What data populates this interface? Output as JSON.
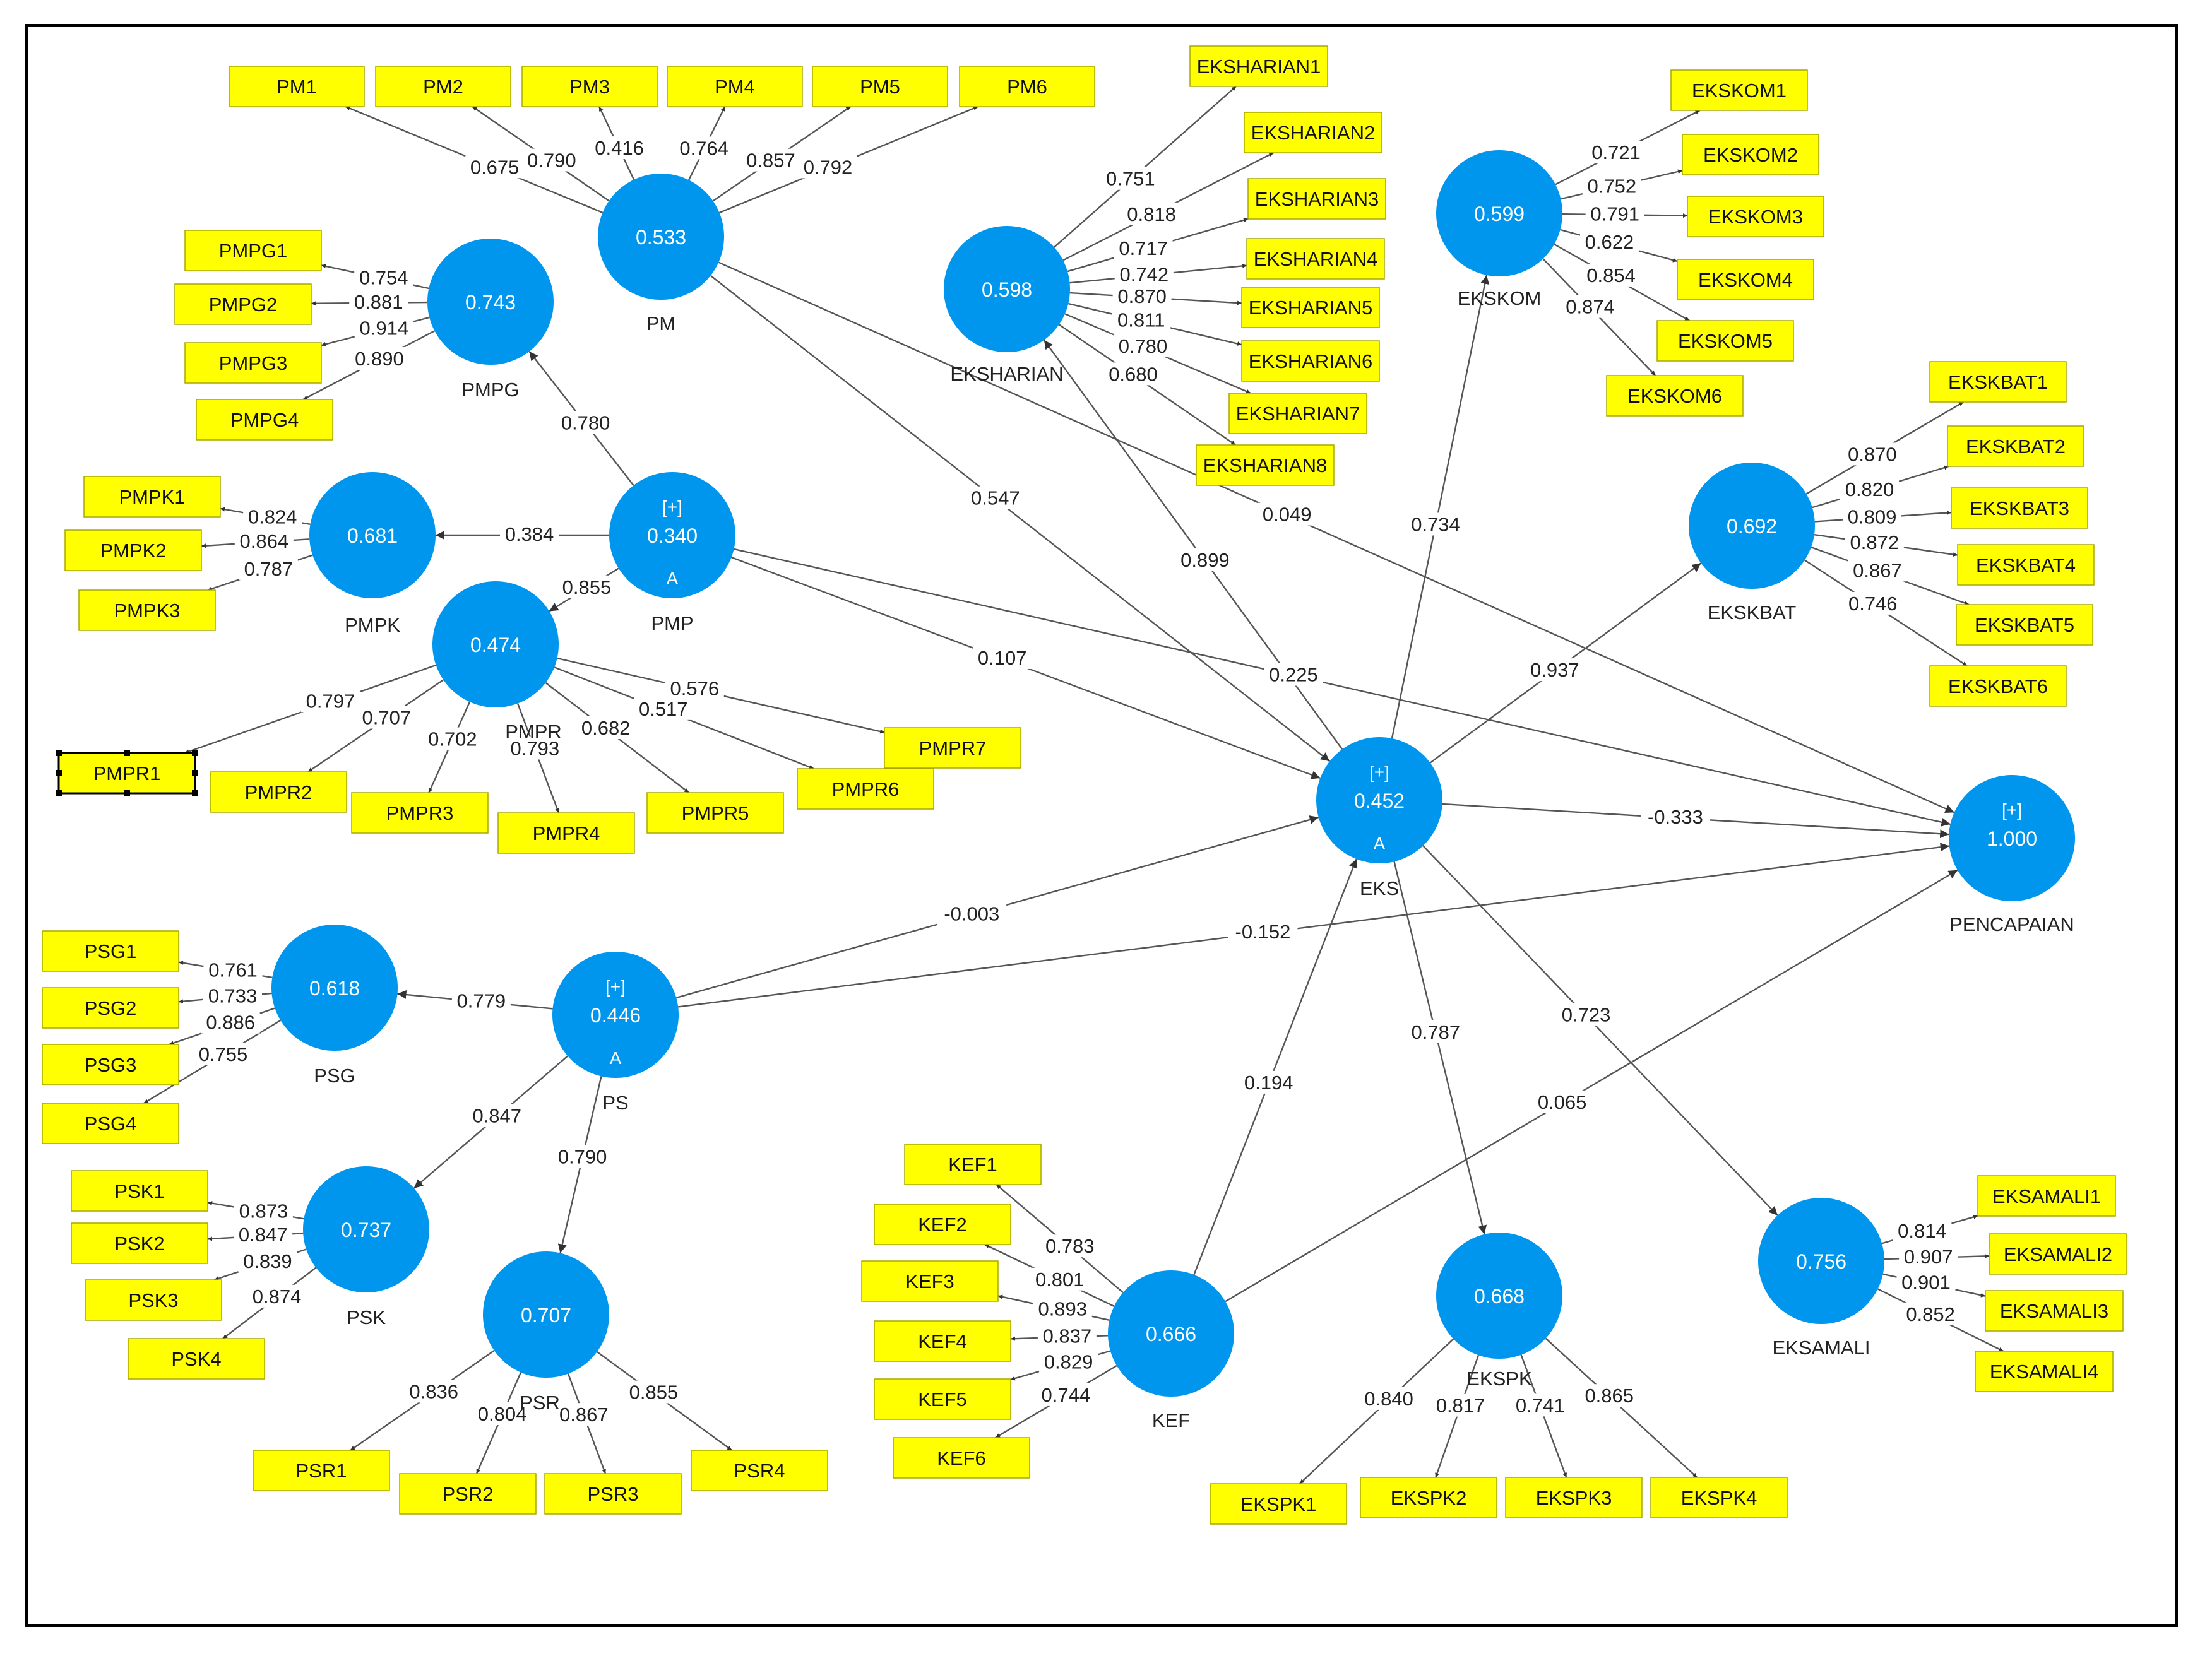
{
  "latent": [
    {
      "id": "PM",
      "value": "0.533",
      "plus": false,
      "mode": false
    },
    {
      "id": "PMPG",
      "value": "0.743",
      "plus": false,
      "mode": false
    },
    {
      "id": "PMPK",
      "value": "0.681",
      "plus": false,
      "mode": false
    },
    {
      "id": "PMP",
      "value": "0.340",
      "plus": true,
      "mode": true
    },
    {
      "id": "PMPR",
      "value": "0.474",
      "plus": false,
      "mode": false
    },
    {
      "id": "EKSHARIAN",
      "value": "0.598",
      "plus": false,
      "mode": false
    },
    {
      "id": "EKSKOM",
      "value": "0.599",
      "plus": false,
      "mode": false
    },
    {
      "id": "EKSKBAT",
      "value": "0.692",
      "plus": false,
      "mode": false
    },
    {
      "id": "EKS",
      "value": "0.452",
      "plus": true,
      "mode": true
    },
    {
      "id": "PENCAPAIAN",
      "value": "1.000",
      "plus": true,
      "mode": false
    },
    {
      "id": "PSG",
      "value": "0.618",
      "plus": false,
      "mode": false
    },
    {
      "id": "PS",
      "value": "0.446",
      "plus": true,
      "mode": true
    },
    {
      "id": "PSK",
      "value": "0.737",
      "plus": false,
      "mode": false
    },
    {
      "id": "PSR",
      "value": "0.707",
      "plus": false,
      "mode": false
    },
    {
      "id": "KEF",
      "value": "0.666",
      "plus": false,
      "mode": false
    },
    {
      "id": "EKSPK",
      "value": "0.668",
      "plus": false,
      "mode": false
    },
    {
      "id": "EKSAMALI",
      "value": "0.756",
      "plus": false,
      "mode": false
    }
  ],
  "marks": {
    "plus": "[+]",
    "mode": "A"
  },
  "paths": [
    {
      "from": "PMP",
      "to": "PMPG",
      "value": "0.780"
    },
    {
      "from": "PMP",
      "to": "PMPK",
      "value": "0.384"
    },
    {
      "from": "PMP",
      "to": "PMPR",
      "value": "0.855"
    },
    {
      "from": "PM",
      "to": "EKS",
      "value": "0.547"
    },
    {
      "from": "PM",
      "to": "PENCAPAIAN",
      "value": "0.049"
    },
    {
      "from": "PMP",
      "to": "EKS",
      "value": "0.107"
    },
    {
      "from": "PMP",
      "to": "PENCAPAIAN",
      "value": "0.225"
    },
    {
      "from": "EKS",
      "to": "EKSHARIAN",
      "value": "0.899"
    },
    {
      "from": "EKS",
      "to": "EKSKOM",
      "value": "0.734"
    },
    {
      "from": "EKS",
      "to": "EKSKBAT",
      "value": "0.937"
    },
    {
      "from": "EKS",
      "to": "PENCAPAIAN",
      "value": "-0.333"
    },
    {
      "from": "EKS",
      "to": "EKSPK",
      "value": "0.787"
    },
    {
      "from": "EKS",
      "to": "EKSAMALI",
      "value": "0.723"
    },
    {
      "from": "PS",
      "to": "EKS",
      "value": "-0.003"
    },
    {
      "from": "PS",
      "to": "PENCAPAIAN",
      "value": "-0.152"
    },
    {
      "from": "PS",
      "to": "PSG",
      "value": "0.779"
    },
    {
      "from": "PS",
      "to": "PSK",
      "value": "0.847"
    },
    {
      "from": "PS",
      "to": "PSR",
      "value": "0.790"
    },
    {
      "from": "KEF",
      "to": "EKS",
      "value": "0.194"
    },
    {
      "from": "KEF",
      "to": "PENCAPAIAN",
      "value": "0.065"
    }
  ],
  "indicators": [
    {
      "id": "PM1",
      "lv": "PM",
      "loading": "0.675"
    },
    {
      "id": "PM2",
      "lv": "PM",
      "loading": "0.790"
    },
    {
      "id": "PM3",
      "lv": "PM",
      "loading": "0.416"
    },
    {
      "id": "PM4",
      "lv": "PM",
      "loading": "0.764"
    },
    {
      "id": "PM5",
      "lv": "PM",
      "loading": "0.857"
    },
    {
      "id": "PM6",
      "lv": "PM",
      "loading": "0.792"
    },
    {
      "id": "PMPG1",
      "lv": "PMPG",
      "loading": "0.754"
    },
    {
      "id": "PMPG2",
      "lv": "PMPG",
      "loading": "0.881"
    },
    {
      "id": "PMPG3",
      "lv": "PMPG",
      "loading": "0.914"
    },
    {
      "id": "PMPG4",
      "lv": "PMPG",
      "loading": "0.890"
    },
    {
      "id": "PMPK1",
      "lv": "PMPK",
      "loading": "0.824"
    },
    {
      "id": "PMPK2",
      "lv": "PMPK",
      "loading": "0.864"
    },
    {
      "id": "PMPK3",
      "lv": "PMPK",
      "loading": "0.787"
    },
    {
      "id": "PMPR1",
      "lv": "PMPR",
      "loading": "0.797"
    },
    {
      "id": "PMPR2",
      "lv": "PMPR",
      "loading": "0.707"
    },
    {
      "id": "PMPR3",
      "lv": "PMPR",
      "loading": "0.702"
    },
    {
      "id": "PMPR4",
      "lv": "PMPR",
      "loading": "0.793"
    },
    {
      "id": "PMPR5",
      "lv": "PMPR",
      "loading": "0.682"
    },
    {
      "id": "PMPR6",
      "lv": "PMPR",
      "loading": "0.517"
    },
    {
      "id": "PMPR7",
      "lv": "PMPR",
      "loading": "0.576"
    },
    {
      "id": "EKSHARIAN1",
      "lv": "EKSHARIAN",
      "loading": "0.751"
    },
    {
      "id": "EKSHARIAN2",
      "lv": "EKSHARIAN",
      "loading": "0.818"
    },
    {
      "id": "EKSHARIAN3",
      "lv": "EKSHARIAN",
      "loading": "0.717"
    },
    {
      "id": "EKSHARIAN4",
      "lv": "EKSHARIAN",
      "loading": "0.742"
    },
    {
      "id": "EKSHARIAN5",
      "lv": "EKSHARIAN",
      "loading": "0.870"
    },
    {
      "id": "EKSHARIAN6",
      "lv": "EKSHARIAN",
      "loading": "0.811"
    },
    {
      "id": "EKSHARIAN7",
      "lv": "EKSHARIAN",
      "loading": "0.780"
    },
    {
      "id": "EKSHARIAN8",
      "lv": "EKSHARIAN",
      "loading": "0.680"
    },
    {
      "id": "EKSKOM1",
      "lv": "EKSKOM",
      "loading": "0.721"
    },
    {
      "id": "EKSKOM2",
      "lv": "EKSKOM",
      "loading": "0.752"
    },
    {
      "id": "EKSKOM3",
      "lv": "EKSKOM",
      "loading": "0.791"
    },
    {
      "id": "EKSKOM4",
      "lv": "EKSKOM",
      "loading": "0.622"
    },
    {
      "id": "EKSKOM5",
      "lv": "EKSKOM",
      "loading": "0.854"
    },
    {
      "id": "EKSKOM6",
      "lv": "EKSKOM",
      "loading": "0.874"
    },
    {
      "id": "EKSKBAT1",
      "lv": "EKSKBAT",
      "loading": "0.870"
    },
    {
      "id": "EKSKBAT2",
      "lv": "EKSKBAT",
      "loading": "0.820"
    },
    {
      "id": "EKSKBAT3",
      "lv": "EKSKBAT",
      "loading": "0.809"
    },
    {
      "id": "EKSKBAT4",
      "lv": "EKSKBAT",
      "loading": "0.872"
    },
    {
      "id": "EKSKBAT5",
      "lv": "EKSKBAT",
      "loading": "0.867"
    },
    {
      "id": "EKSKBAT6",
      "lv": "EKSKBAT",
      "loading": "0.746"
    },
    {
      "id": "PSG1",
      "lv": "PSG",
      "loading": "0.761"
    },
    {
      "id": "PSG2",
      "lv": "PSG",
      "loading": "0.733"
    },
    {
      "id": "PSG3",
      "lv": "PSG",
      "loading": "0.886"
    },
    {
      "id": "PSG4",
      "lv": "PSG",
      "loading": "0.755"
    },
    {
      "id": "PSK1",
      "lv": "PSK",
      "loading": "0.873"
    },
    {
      "id": "PSK2",
      "lv": "PSK",
      "loading": "0.847"
    },
    {
      "id": "PSK3",
      "lv": "PSK",
      "loading": "0.839"
    },
    {
      "id": "PSK4",
      "lv": "PSK",
      "loading": "0.874"
    },
    {
      "id": "PSR1",
      "lv": "PSR",
      "loading": "0.836"
    },
    {
      "id": "PSR2",
      "lv": "PSR",
      "loading": "0.804"
    },
    {
      "id": "PSR3",
      "lv": "PSR",
      "loading": "0.867"
    },
    {
      "id": "PSR4",
      "lv": "PSR",
      "loading": "0.855"
    },
    {
      "id": "KEF1",
      "lv": "KEF",
      "loading": "0.783"
    },
    {
      "id": "KEF2",
      "lv": "KEF",
      "loading": "0.801"
    },
    {
      "id": "KEF3",
      "lv": "KEF",
      "loading": "0.893"
    },
    {
      "id": "KEF4",
      "lv": "KEF",
      "loading": "0.837"
    },
    {
      "id": "KEF5",
      "lv": "KEF",
      "loading": "0.829"
    },
    {
      "id": "KEF6",
      "lv": "KEF",
      "loading": "0.744"
    },
    {
      "id": "EKSPK1",
      "lv": "EKSPK",
      "loading": "0.840"
    },
    {
      "id": "EKSPK2",
      "lv": "EKSPK",
      "loading": "0.817"
    },
    {
      "id": "EKSPK3",
      "lv": "EKSPK",
      "loading": "0.741"
    },
    {
      "id": "EKSPK4",
      "lv": "EKSPK",
      "loading": "0.865"
    },
    {
      "id": "EKSAMALI1",
      "lv": "EKSAMALI",
      "loading": "0.814"
    },
    {
      "id": "EKSAMALI2",
      "lv": "EKSAMALI",
      "loading": "0.907"
    },
    {
      "id": "EKSAMALI3",
      "lv": "EKSAMALI",
      "loading": "0.901"
    },
    {
      "id": "EKSAMALI4",
      "lv": "EKSAMALI",
      "loading": "0.852"
    }
  ],
  "selected_indicator": "PMPR1"
}
